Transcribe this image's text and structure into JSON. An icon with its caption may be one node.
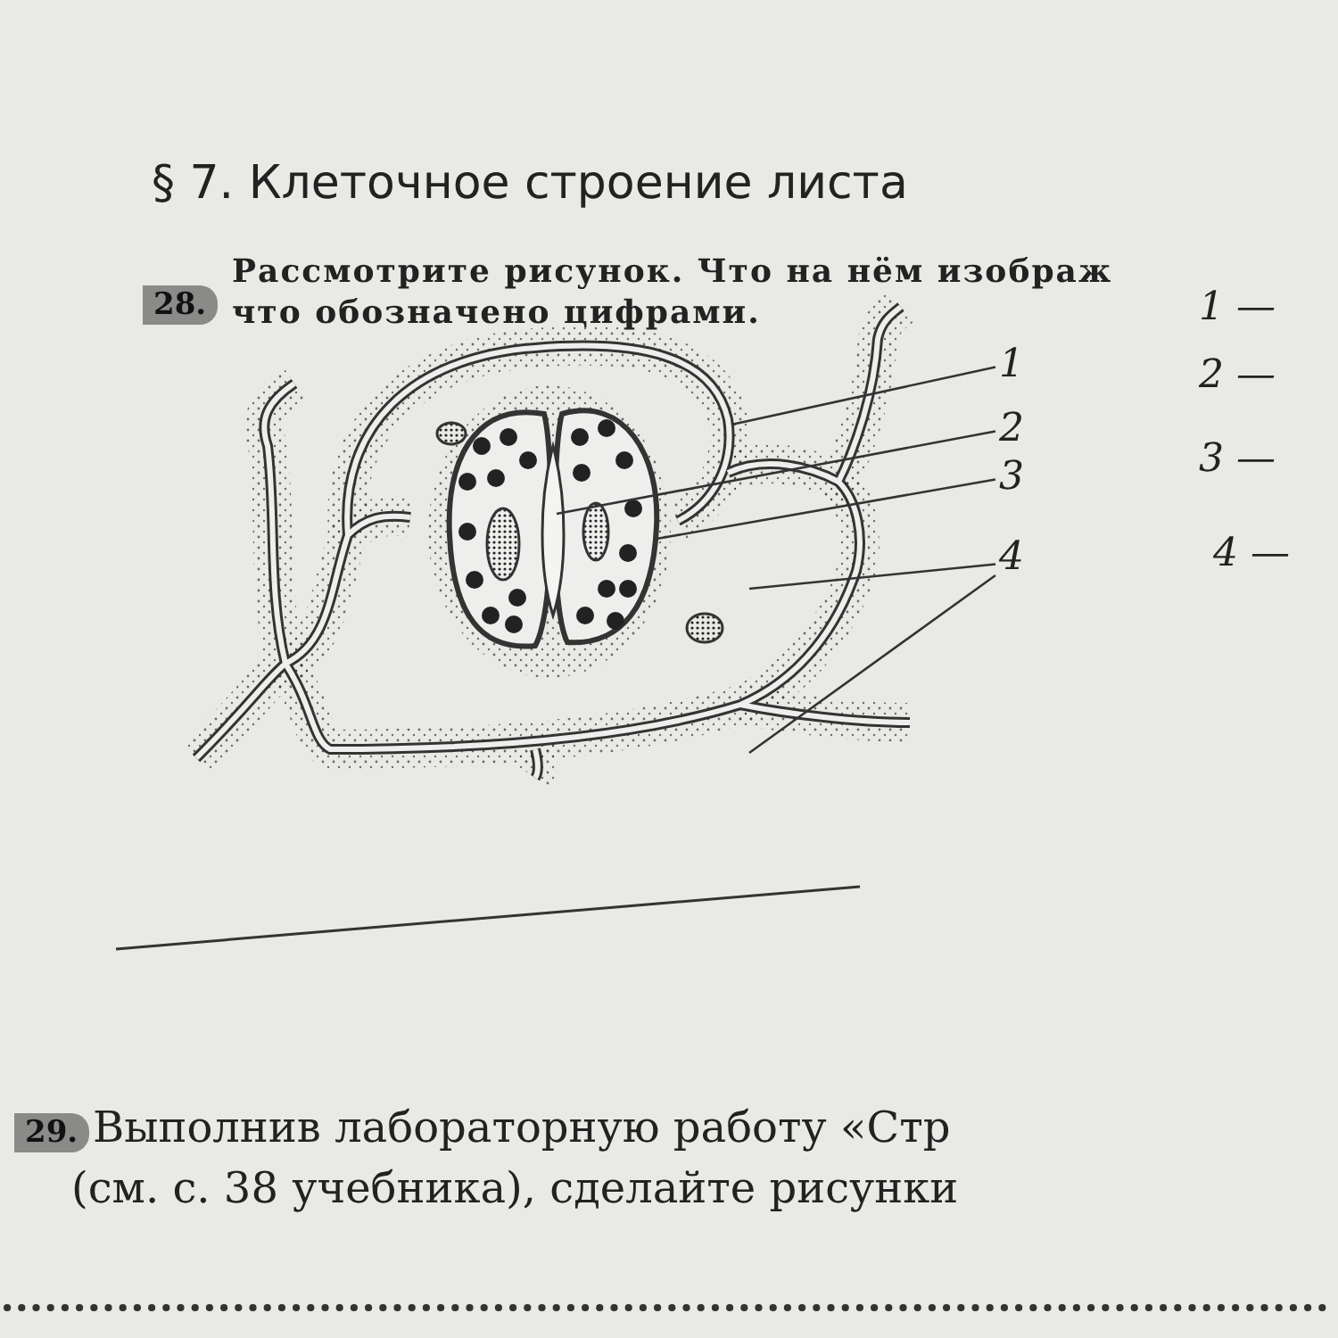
{
  "diagram": {
    "title": "§ 7. Клеточное строение листа",
    "nodes": [
      {
        "text": [
          "1"
        ]
      },
      {
        "text": [
          "2"
        ]
      },
      {
        "text": [
          "3"
        ]
      },
      {
        "text": [
          "4"
        ]
      }
    ],
    "edges": [
      {
        "from": 0,
        "to": null,
        "arrow": "none"
      },
      {
        "from": 1,
        "to": null,
        "arrow": "none"
      },
      {
        "from": 2,
        "to": null,
        "arrow": "none"
      },
      {
        "from": 3,
        "to": null,
        "arrow": "none"
      },
      {
        "from": 3,
        "to": null,
        "arrow": "none"
      }
    ],
    "labels": [
      "28.",
      "Рассмотрите рисунок. Что на нём изображ",
      "что обозначено цифрами.",
      "1 —",
      "2 —",
      "3 —",
      "4 —",
      "29.",
      "Выполнив лабораторную работу «Стр",
      "(см. с. 38 учебника), сделайте рисунки"
    ]
  }
}
